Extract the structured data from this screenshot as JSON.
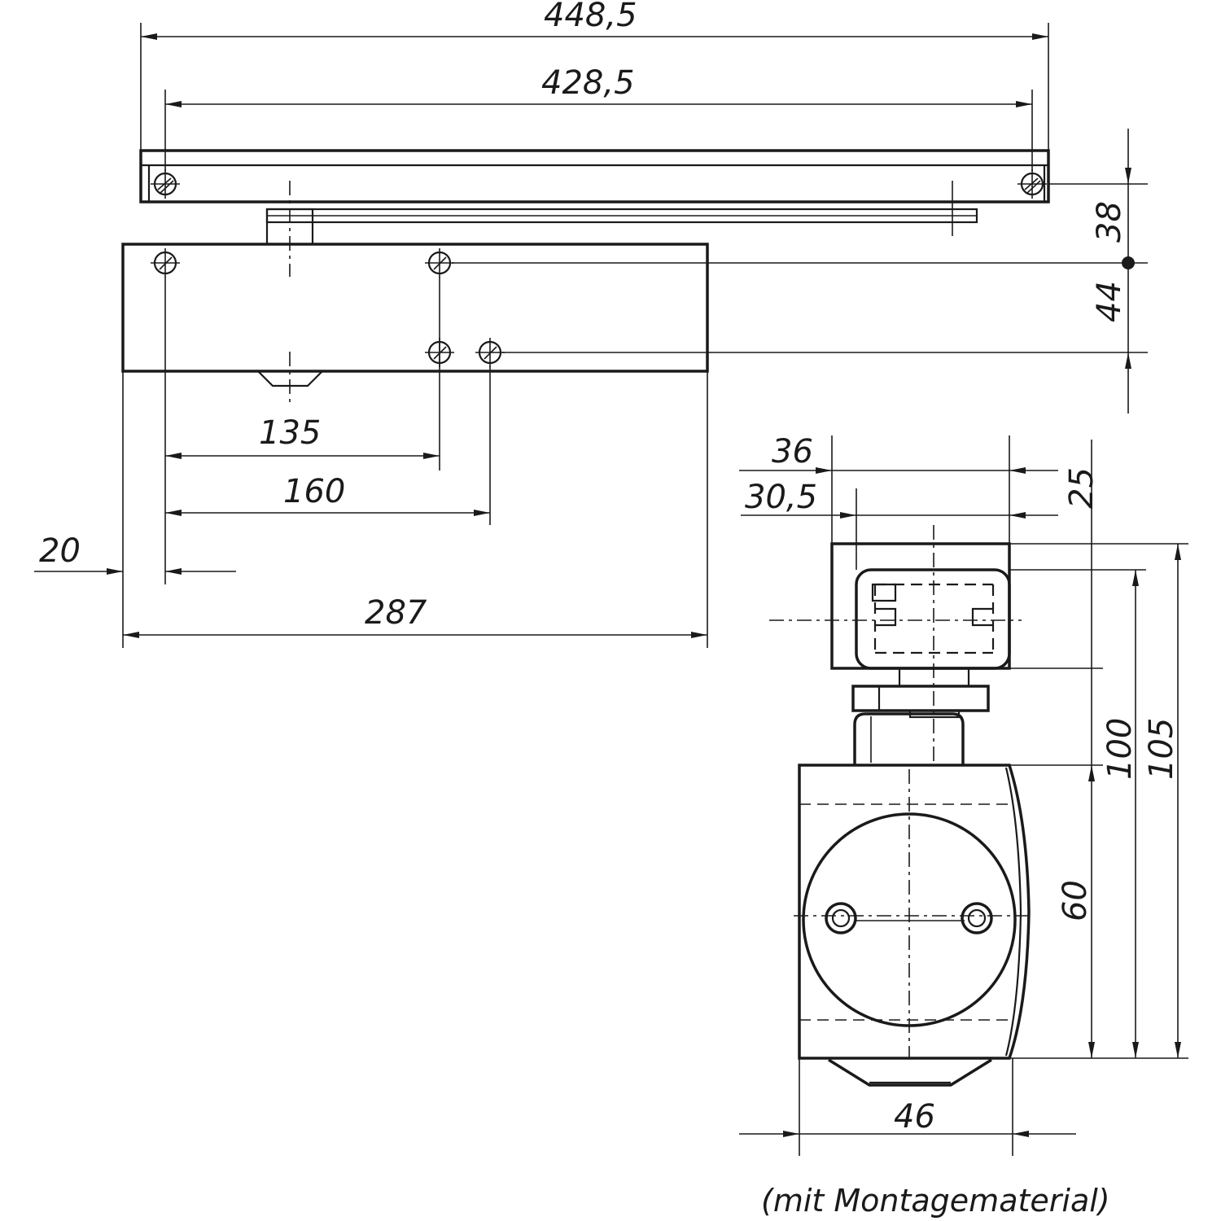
{
  "dimensions": {
    "top_width_outer": "448,5",
    "top_width_inner": "428,5",
    "height_rail_to_hole": "38",
    "height_hole_to_hole": "44",
    "hole_spacing_135": "135",
    "hole_spacing_160": "160",
    "offset_20": "20",
    "body_length": "287",
    "side_width_36": "36",
    "side_width_30_5": "30,5",
    "side_height_25": "25",
    "side_height_60": "60",
    "side_height_100": "100",
    "side_height_105": "105",
    "side_depth_46": "46"
  },
  "caption": "(mit Montagematerial)"
}
